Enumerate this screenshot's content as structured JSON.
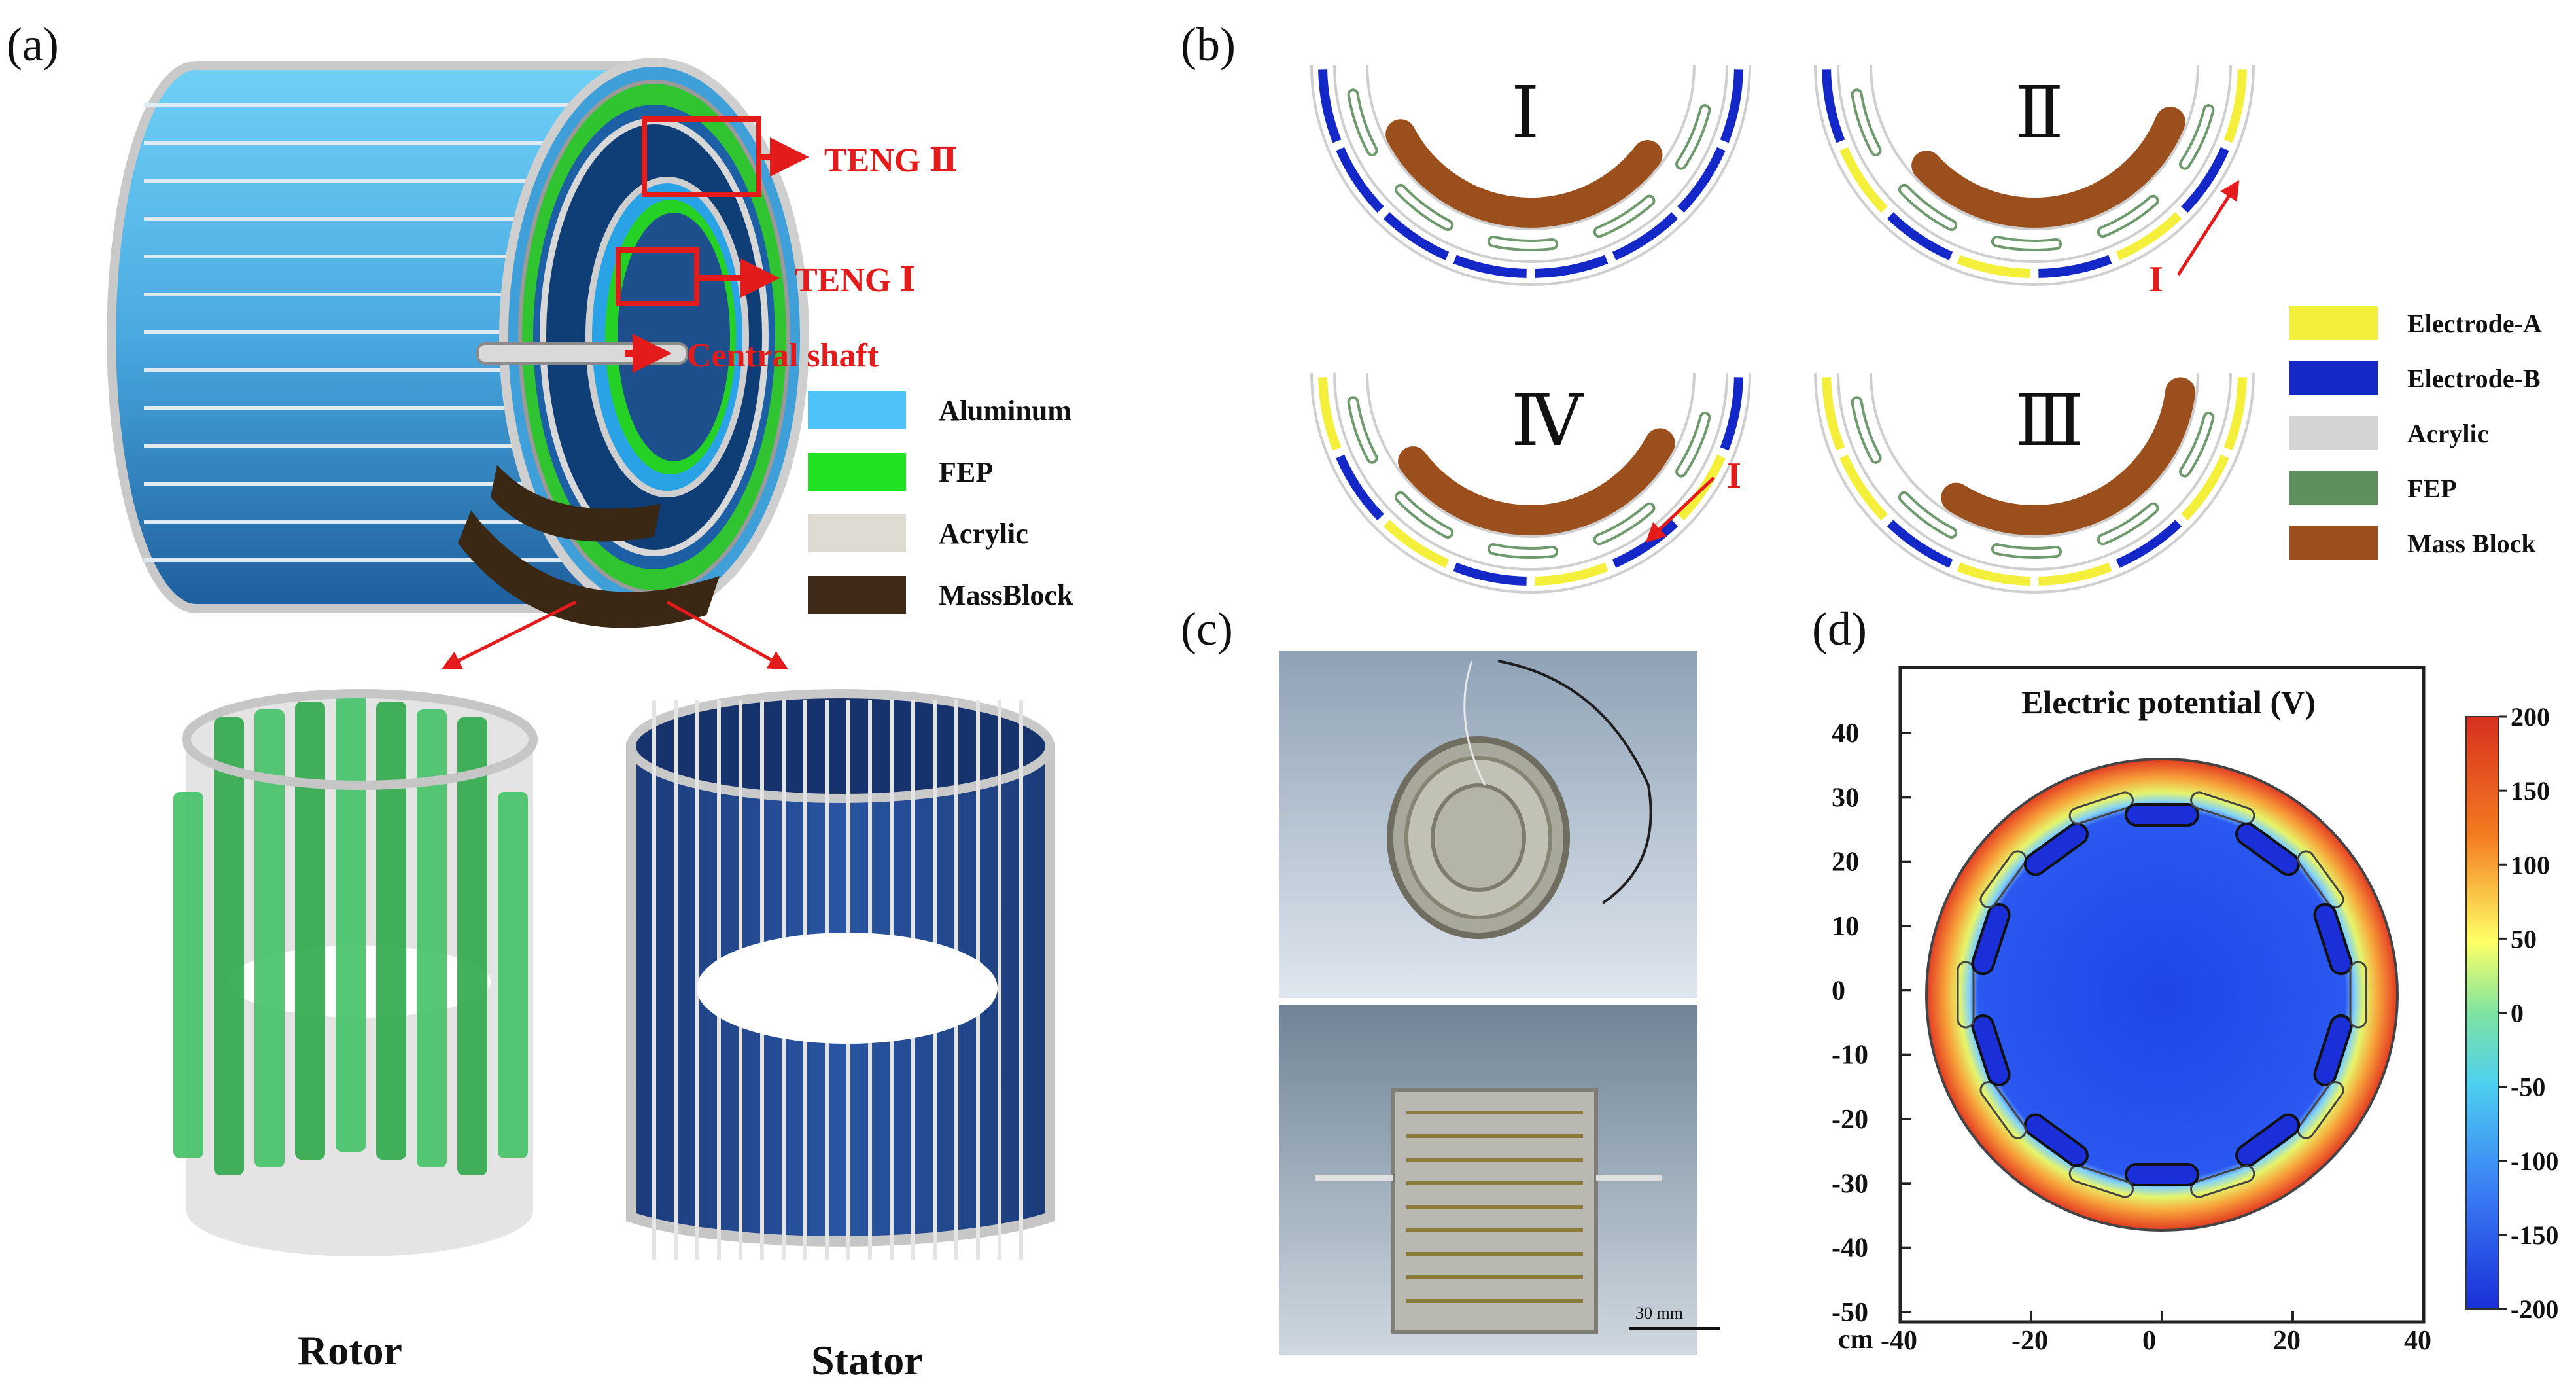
{
  "panels": {
    "a": {
      "label": "(a)",
      "callouts": {
        "teng2": "TENG Ⅱ",
        "teng1": "TENG Ⅰ",
        "shaft": "Central shaft"
      },
      "legend": [
        {
          "name": "Aluminum",
          "color": "#4fc3f7"
        },
        {
          "name": "FEP",
          "color": "#22e022"
        },
        {
          "name": "Acrylic",
          "color": "#dedbd3"
        },
        {
          "name": "MassBlock",
          "color": "#3e2a17"
        }
      ],
      "parts": {
        "rotor": "Rotor",
        "stator": "Stator"
      }
    },
    "b": {
      "label": "(b)",
      "states": [
        "Ⅰ",
        "Ⅱ",
        "Ⅳ",
        "Ⅲ"
      ],
      "current_label": "I",
      "legend": [
        {
          "name": "Electrode-A",
          "color": "#f4ef3a"
        },
        {
          "name": "Electrode-B",
          "color": "#1428c8"
        },
        {
          "name": "Acrylic",
          "color": "#d4d4d4"
        },
        {
          "name": "FEP",
          "color": "#5e8f5e"
        },
        {
          "name": "Mass Block",
          "color": "#9a4f1c"
        }
      ]
    },
    "c": {
      "label": "(c)",
      "scale_bar": "30 mm"
    },
    "d": {
      "label": "(d)",
      "title": "Electric potential (V)",
      "unit": "cm",
      "x_ticks": [
        "-40",
        "-20",
        "0",
        "20",
        "40"
      ],
      "y_ticks": [
        "40",
        "30",
        "20",
        "10",
        "0",
        "-10",
        "-20",
        "-30",
        "-40",
        "-50"
      ],
      "colorbar_ticks": [
        "200",
        "150",
        "100",
        "50",
        "0",
        "-50",
        "-100",
        "-150",
        "-200"
      ],
      "colors": {
        "high": "#d7301f",
        "mid": "#ffff66",
        "low": "#1a3fe0"
      }
    }
  }
}
